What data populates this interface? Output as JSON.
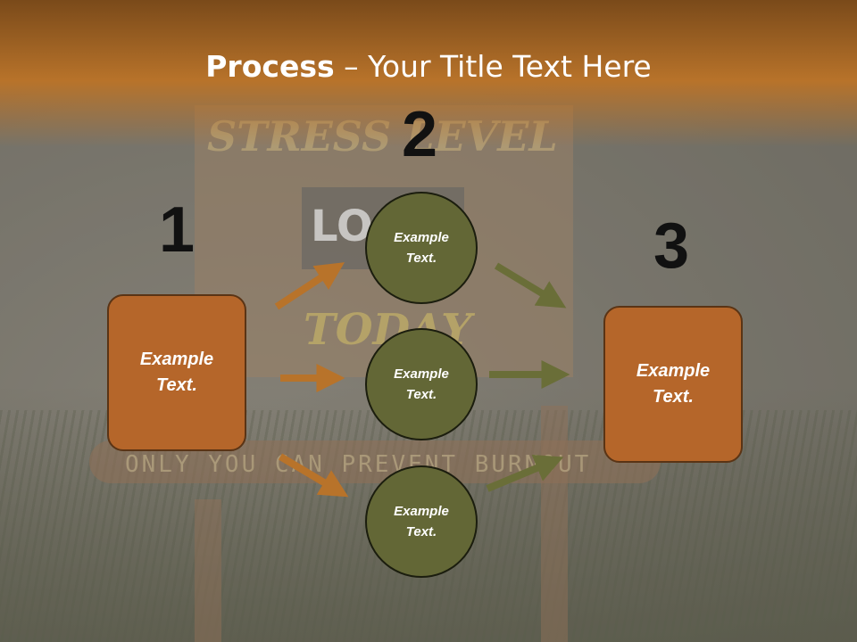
{
  "slide": {
    "title_bold": "Process",
    "title_rest": " – Your Title Text Here",
    "background": {
      "sign_line_1": "STRESS LEVEL",
      "sign_line_2": "LO",
      "sign_line_3": "TODAY",
      "plank": "ONLY YOU CAN PREVENT BURNOUT"
    }
  },
  "steps": [
    {
      "number": "1",
      "box_text": "Example Text."
    },
    {
      "number": "2",
      "circles": [
        "Example Text.",
        "Example Text.",
        "Example Text."
      ]
    },
    {
      "number": "3",
      "box_text": "Example Text."
    }
  ],
  "colors": {
    "header": "#b8732a",
    "box_fill": "#b5662a",
    "circle_fill": "#636736",
    "orange_arrow": "#b8732a",
    "green_arrow": "#6a6e38"
  }
}
